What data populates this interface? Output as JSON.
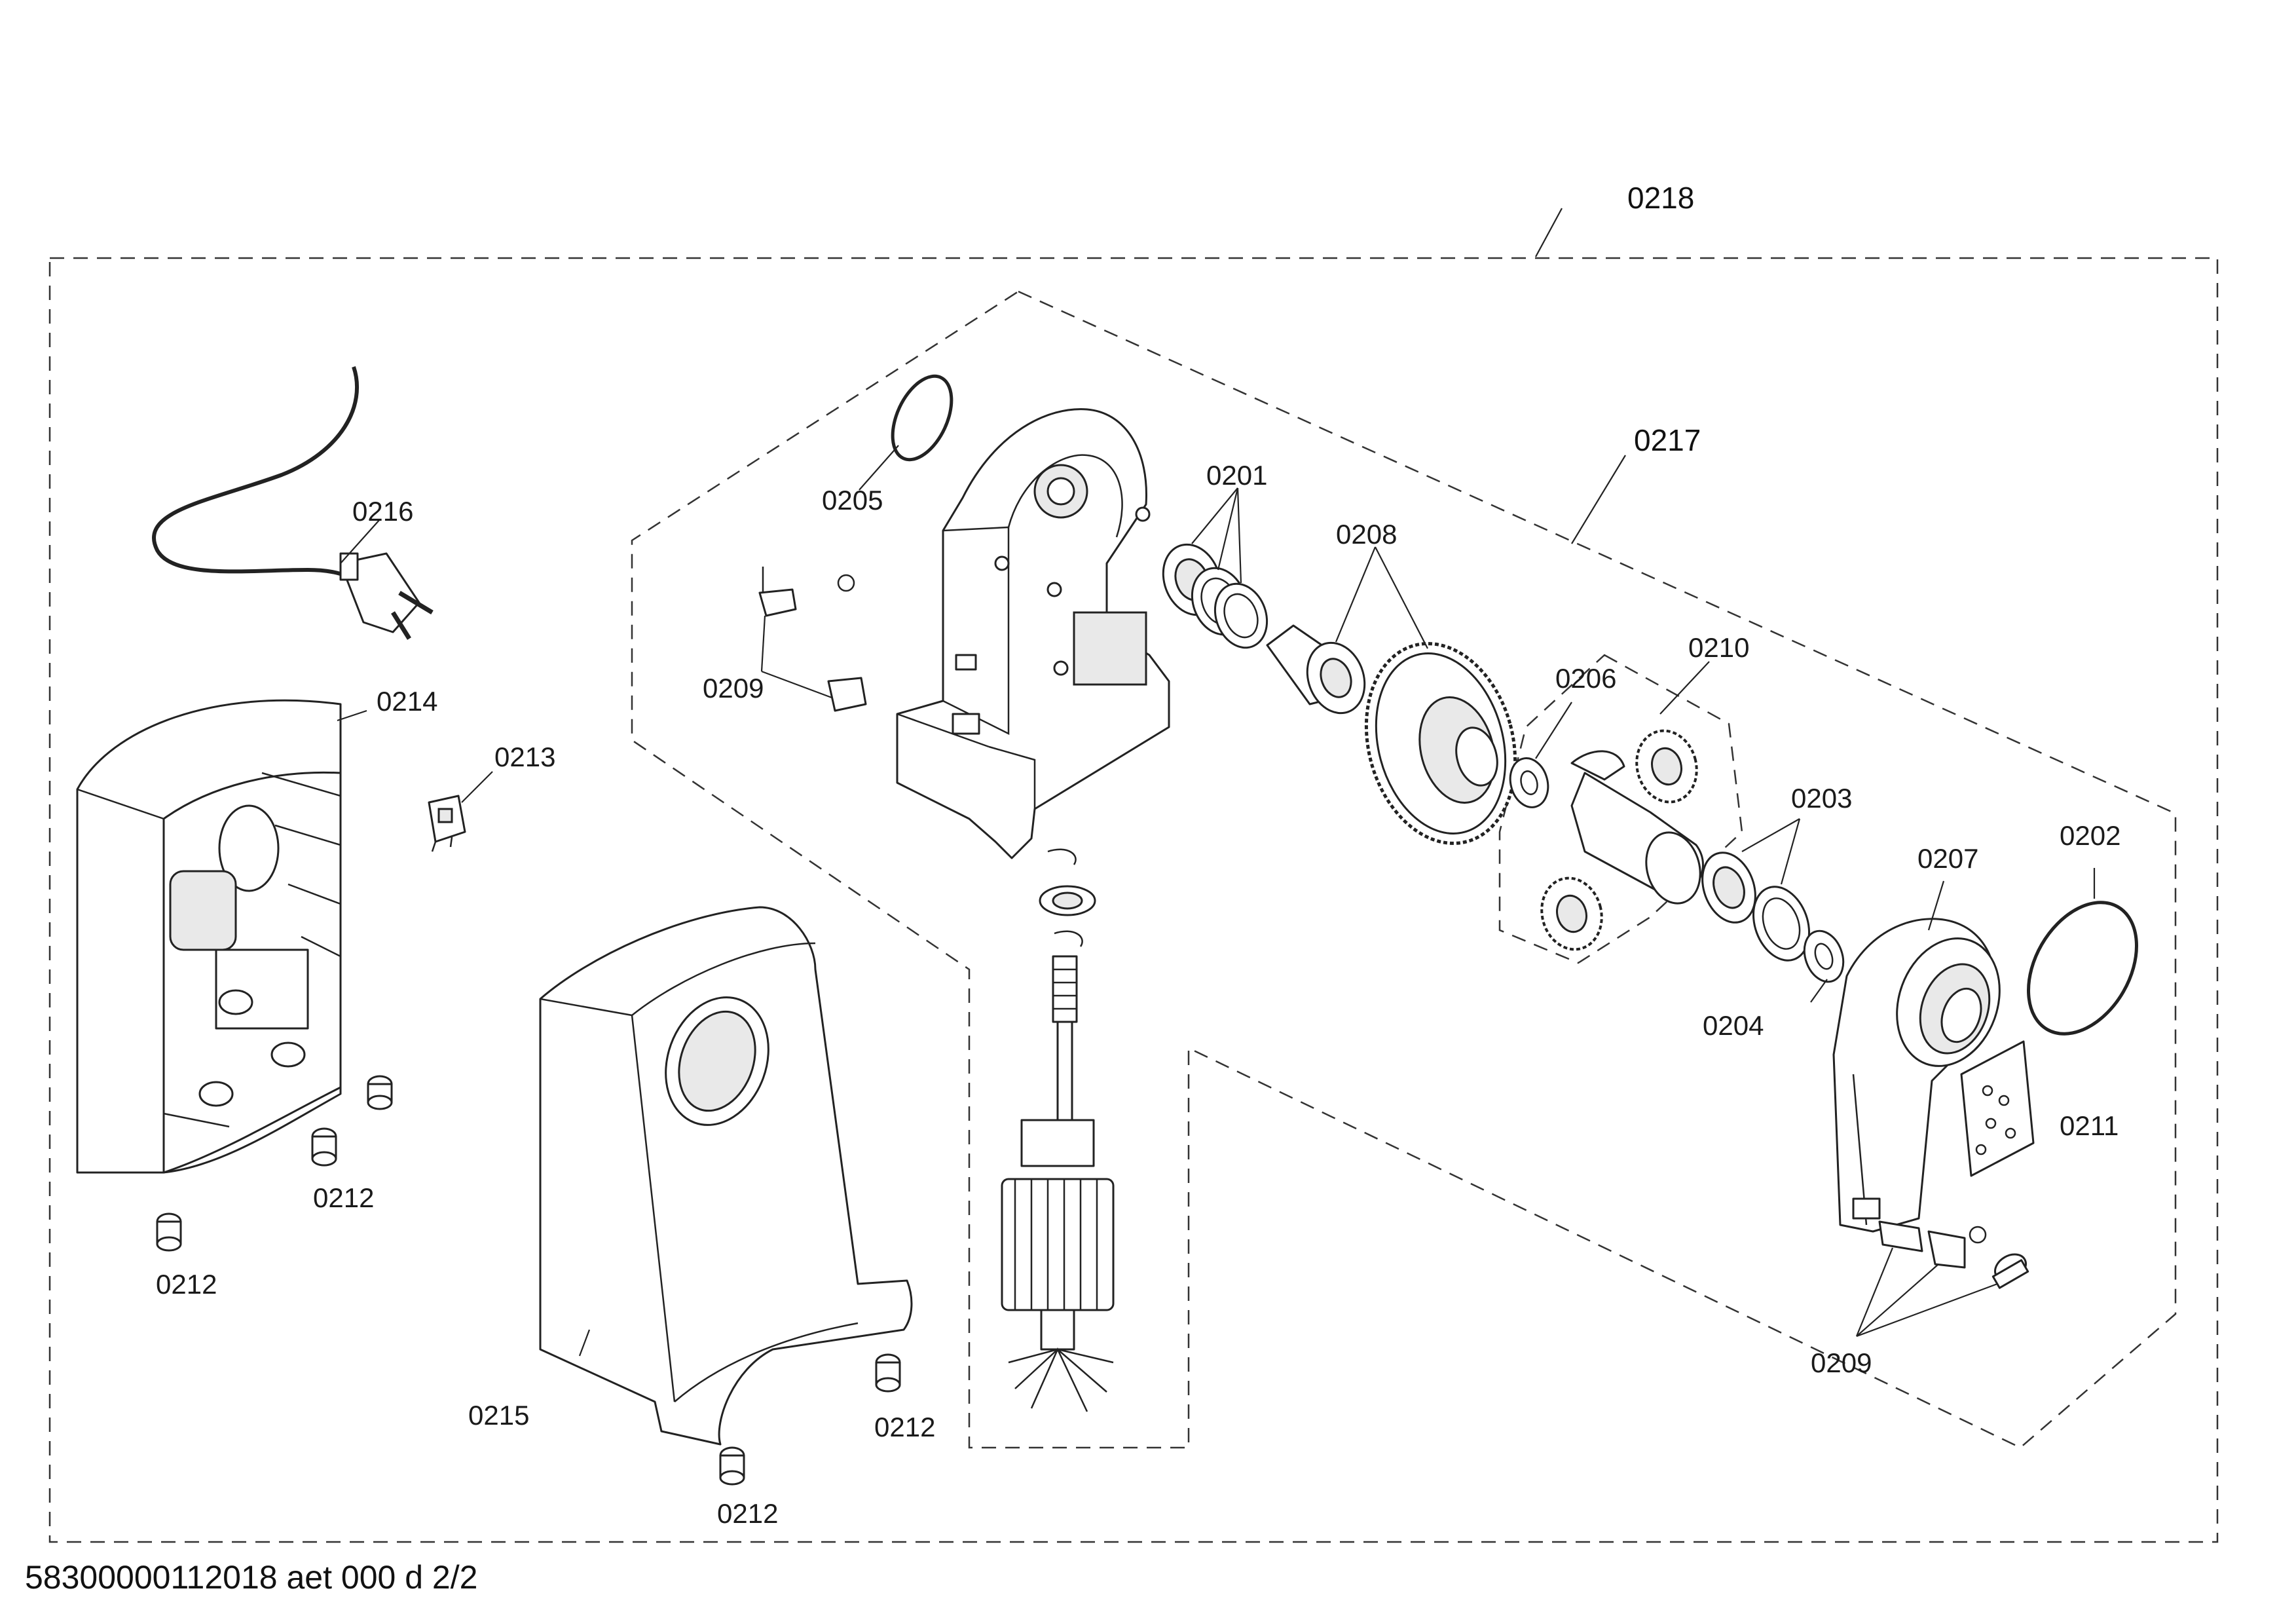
{
  "diagram": {
    "document_id": "58300000112018 aet 000 d 2/2",
    "assemblies": [
      {
        "id": "0218"
      },
      {
        "id": "0217"
      }
    ],
    "callouts": [
      {
        "key": "c0218",
        "label": "0218"
      },
      {
        "key": "c0217",
        "label": "0217"
      },
      {
        "key": "c0216",
        "label": "0216"
      },
      {
        "key": "c0214",
        "label": "0214"
      },
      {
        "key": "c0213",
        "label": "0213"
      },
      {
        "key": "c0212a",
        "label": "0212"
      },
      {
        "key": "c0212b",
        "label": "0212"
      },
      {
        "key": "c0212c",
        "label": "0212"
      },
      {
        "key": "c0212d",
        "label": "0212"
      },
      {
        "key": "c0215",
        "label": "0215"
      },
      {
        "key": "c0205",
        "label": "0205"
      },
      {
        "key": "c0209a",
        "label": "0209"
      },
      {
        "key": "c0201",
        "label": "0201"
      },
      {
        "key": "c0208",
        "label": "0208"
      },
      {
        "key": "c0206",
        "label": "0206"
      },
      {
        "key": "c0210",
        "label": "0210"
      },
      {
        "key": "c0203",
        "label": "0203"
      },
      {
        "key": "c0207",
        "label": "0207"
      },
      {
        "key": "c0202",
        "label": "0202"
      },
      {
        "key": "c0204",
        "label": "0204"
      },
      {
        "key": "c0211",
        "label": "0211"
      },
      {
        "key": "c0209b",
        "label": "0209"
      }
    ]
  }
}
